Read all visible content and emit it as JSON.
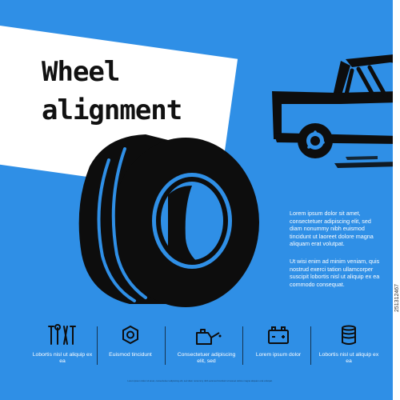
{
  "title": {
    "line1": "Wheel",
    "line2": "alignment"
  },
  "paragraphs": {
    "p1": "Lorem ipsum dolor sit amet, consectetuer adipiscing elit, sed diam nonummy nibh euismod tincidunt ut laoreet dolore magna aliquam erat volutpat.",
    "p2": "Ut wisi enim ad minim veniam, quis nostrud exerci tation ullamcorper suscipit lobortis nisl ut aliquip ex ea commodo consequat."
  },
  "features": [
    {
      "icon": "tools-icon",
      "label": "Lobortis nisl ut aliquip ex ea"
    },
    {
      "icon": "nut-icon",
      "label": "Euismod tincidunt"
    },
    {
      "icon": "oil-can-icon",
      "label": "Consectetuer adipiscing elit, sed"
    },
    {
      "icon": "battery-icon",
      "label": "Lorem ipsum dolor"
    },
    {
      "icon": "piston-icon",
      "label": "Lobortis nisl ut aliquip ex ea"
    }
  ],
  "footnote": "Lorem ipsum dolor sit amet, consectetuer adipiscing elit, sed diam nonummy nibh euismod tincidunt ut laoreet dolore magna aliquam erat volutpat.",
  "stock": {
    "id": "251312467"
  },
  "colors": {
    "background": "#2f8fe6",
    "ink": "#0d0d0d",
    "card": "#ffffff",
    "text": "#ffffff"
  }
}
